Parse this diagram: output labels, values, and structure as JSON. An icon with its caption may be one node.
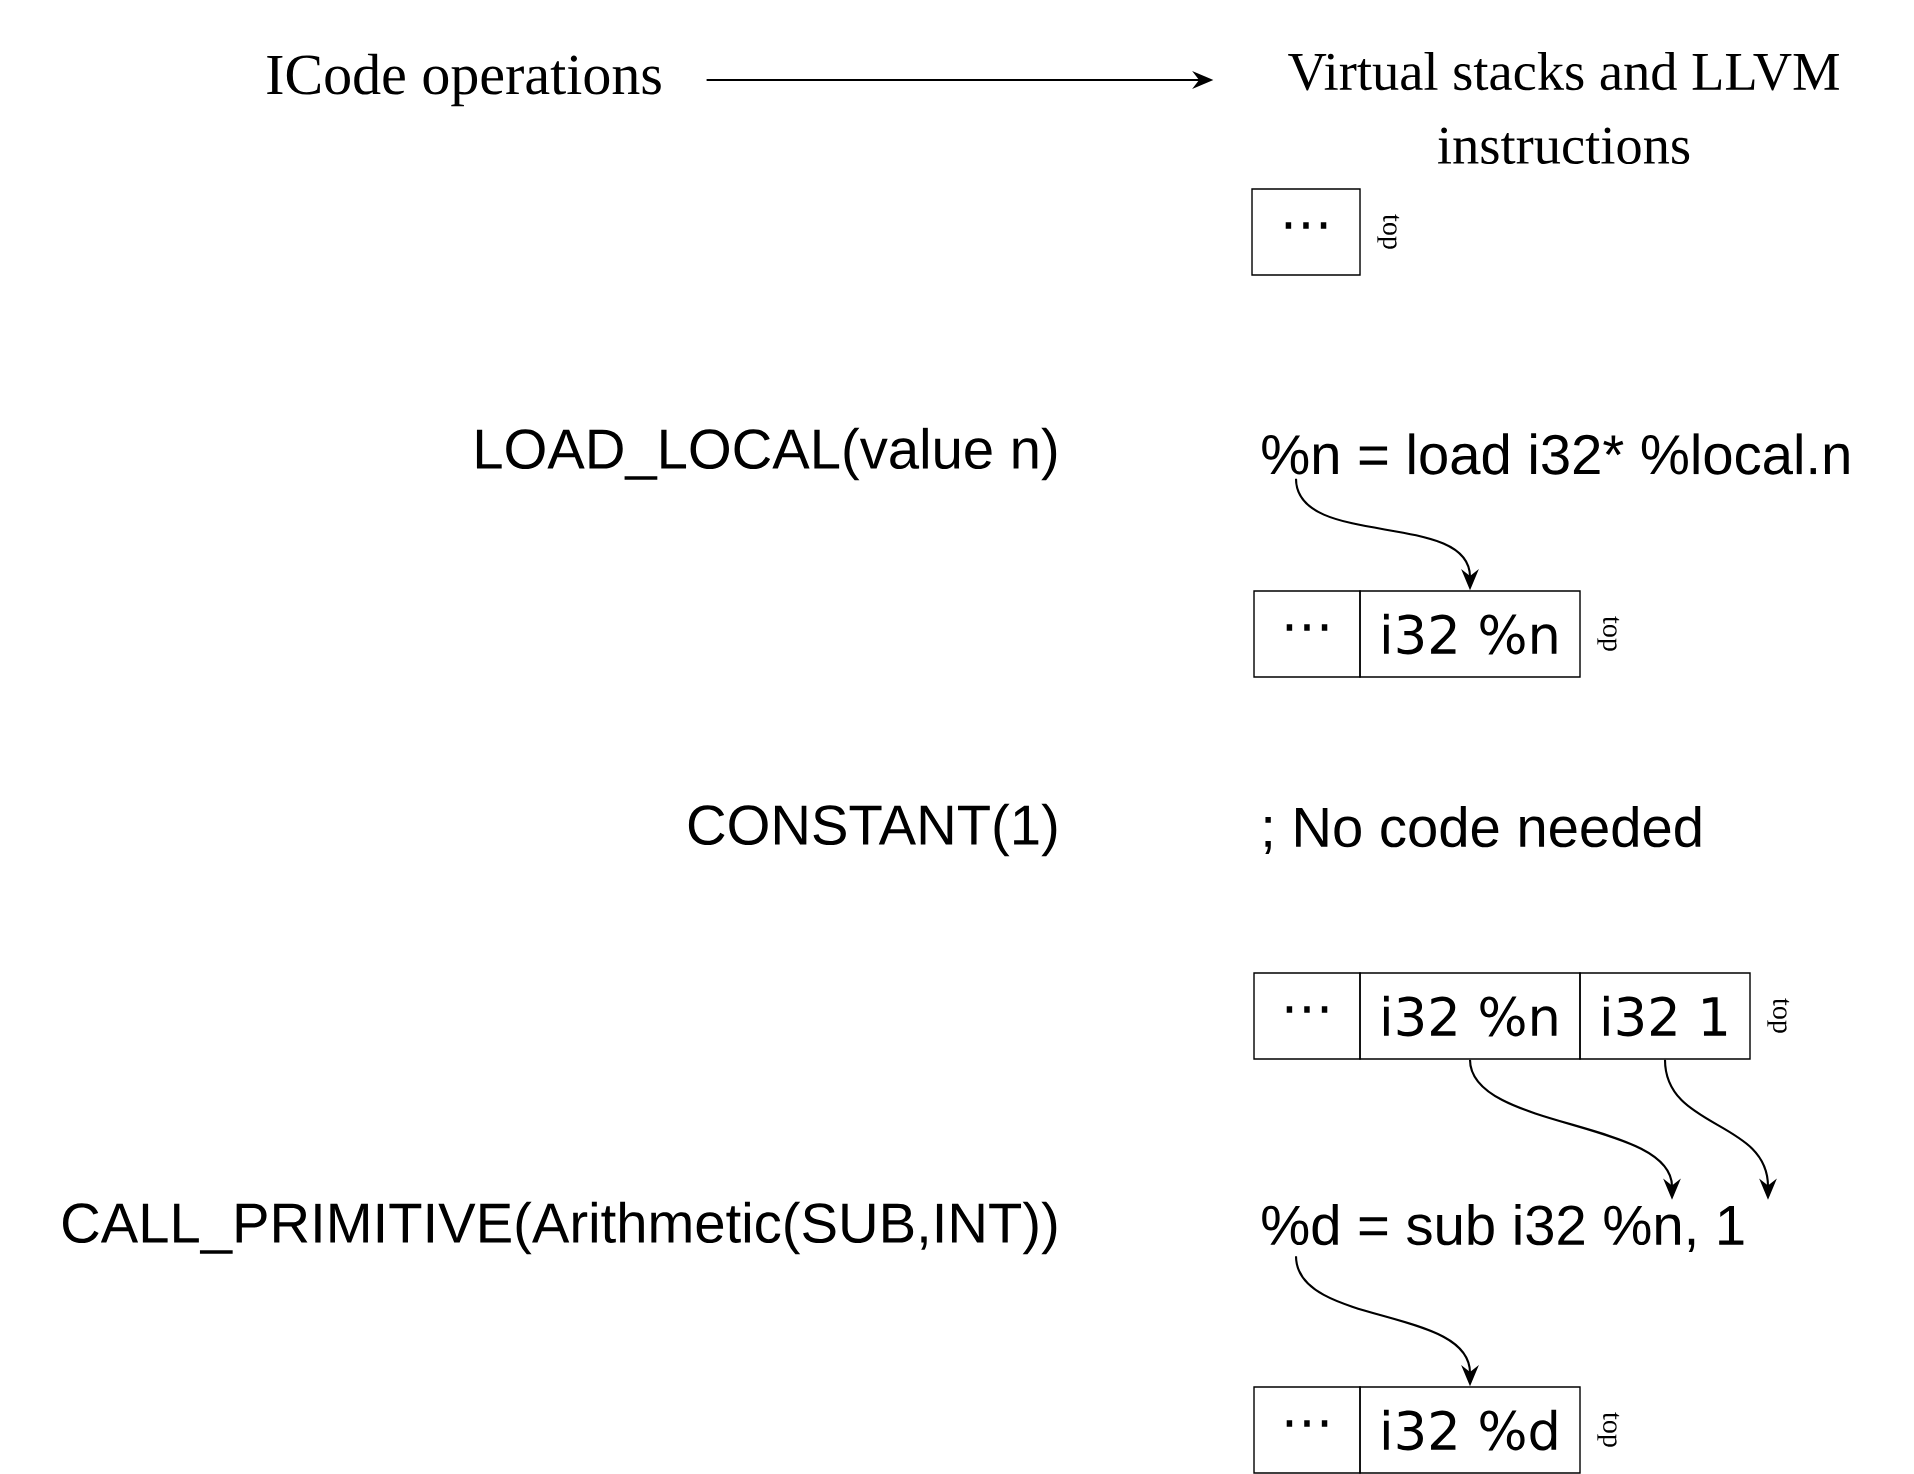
{
  "diagram": {
    "nodes": [
      {
        "text": [
          "ICode operations"
        ]
      },
      {
        "text": [
          "Virtual stacks and LLVM instructions"
        ]
      },
      {
        "text": [
          "⋯"
        ],
        "beside": [
          "top"
        ]
      },
      {
        "text": [
          "%n = load i32* %local.n"
        ]
      },
      {
        "text": [
          "⋯"
        ]
      },
      {
        "text": [
          "i32 %n"
        ],
        "beside": [
          "top"
        ]
      },
      {
        "text": [
          "⋯"
        ]
      },
      {
        "text": [
          "i32 %n"
        ]
      },
      {
        "text": [
          "i32 1"
        ],
        "beside": [
          "top"
        ]
      },
      {
        "text": [
          "%d = sub i32 %n, 1"
        ]
      },
      {
        "text": [
          "⋯"
        ]
      },
      {
        "text": [
          "i32 %d"
        ],
        "beside": [
          "top"
        ]
      }
    ],
    "edges": [
      {
        "from": 0,
        "to": 1,
        "arrow": "to"
      },
      {
        "from": 3,
        "to": 5,
        "arrow": "to"
      },
      {
        "from": 7,
        "to": 9,
        "arrow": "to"
      },
      {
        "from": 8,
        "to": 9,
        "arrow": "to"
      },
      {
        "from": 9,
        "to": 11,
        "arrow": "to"
      }
    ],
    "labels": [
      "LOAD_LOCAL(value n)",
      "CONSTANT(1)",
      "; No code needed",
      "CALL_PRIMITIVE(Arithmetic(SUB,INT))"
    ]
  }
}
